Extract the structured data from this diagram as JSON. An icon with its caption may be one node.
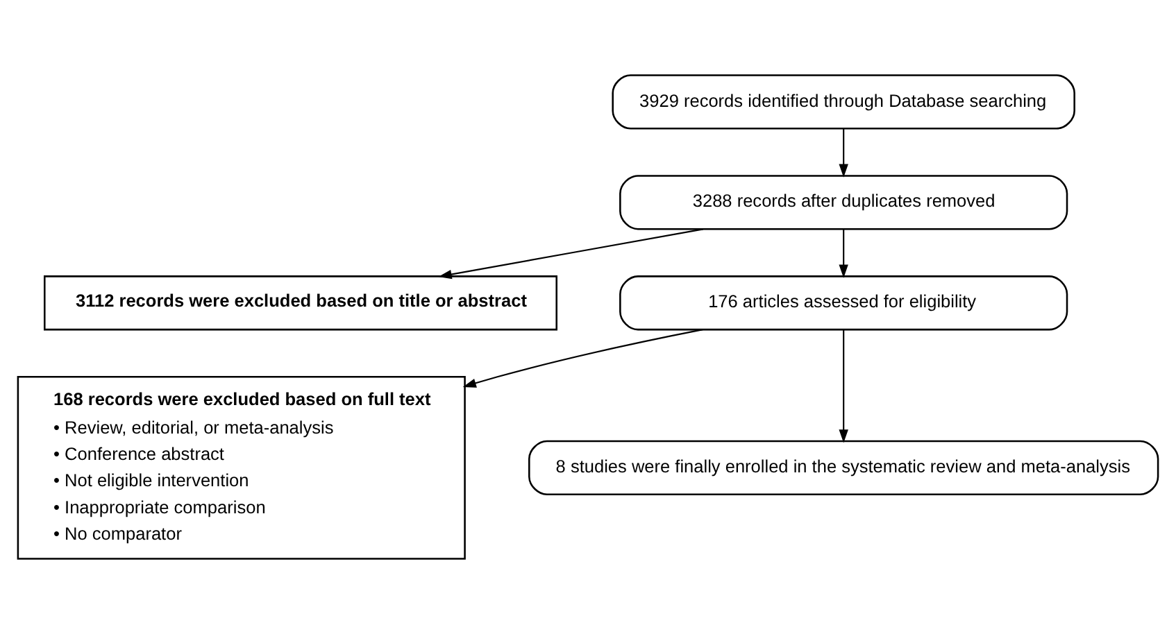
{
  "diagram": {
    "nodes": [
      {
        "text": [
          "3929 records identified through Database searching"
        ]
      },
      {
        "text": [
          "3288 records after duplicates removed"
        ]
      },
      {
        "text": [
          "3112 records were excluded based on title or abstract"
        ]
      },
      {
        "text": [
          "176 articles assessed for eligibility"
        ]
      },
      {
        "text": [
          "168 records were excluded based on full text",
          "• Review, editorial, or meta-analysis",
          "• Conference abstract",
          "• Not eligible intervention",
          "• Inappropriate comparison",
          "• No comparator"
        ]
      },
      {
        "text": [
          "8 studies were finally enrolled in the systematic review and meta-analysis"
        ]
      }
    ],
    "edges": [
      {
        "from": 0,
        "to": 1,
        "arrow": "to"
      },
      {
        "from": 1,
        "to": 2,
        "arrow": "to"
      },
      {
        "from": 1,
        "to": 3,
        "arrow": "to"
      },
      {
        "from": 3,
        "to": 4,
        "arrow": "to"
      },
      {
        "from": 3,
        "to": 5,
        "arrow": "to"
      }
    ]
  }
}
